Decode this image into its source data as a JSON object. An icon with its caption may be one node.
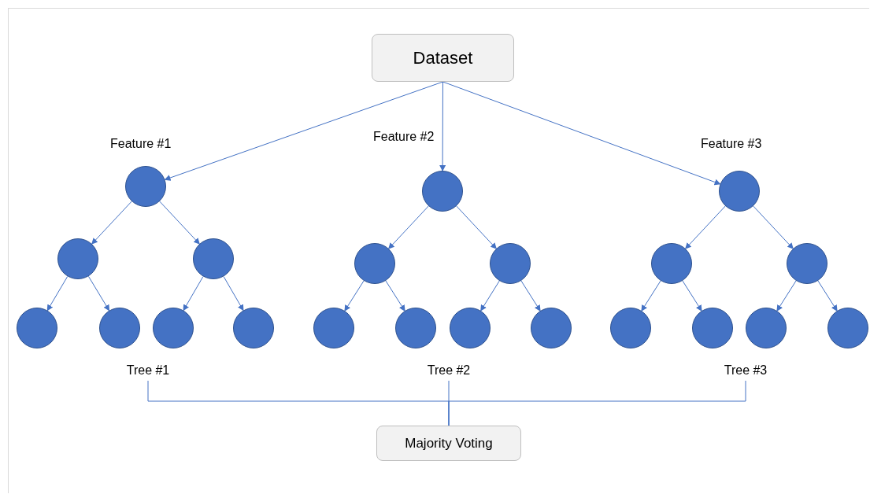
{
  "diagram": {
    "nodes": [
      {
        "text": [
          "Dataset"
        ]
      },
      {
        "text": [],
        "shape": "circle",
        "beside": [
          "Feature #1"
        ]
      },
      {
        "text": [],
        "shape": "circle"
      },
      {
        "text": [],
        "shape": "circle"
      },
      {
        "text": [],
        "shape": "circle"
      },
      {
        "text": [],
        "shape": "circle"
      },
      {
        "text": [],
        "shape": "circle"
      },
      {
        "text": [],
        "shape": "circle"
      },
      {
        "text": [],
        "shape": "circle",
        "beside": [
          "Feature #2"
        ]
      },
      {
        "text": [],
        "shape": "circle"
      },
      {
        "text": [],
        "shape": "circle"
      },
      {
        "text": [],
        "shape": "circle"
      },
      {
        "text": [],
        "shape": "circle"
      },
      {
        "text": [],
        "shape": "circle"
      },
      {
        "text": [],
        "shape": "circle"
      },
      {
        "text": [],
        "shape": "circle",
        "beside": [
          "Feature #3"
        ]
      },
      {
        "text": [],
        "shape": "circle"
      },
      {
        "text": [],
        "shape": "circle"
      },
      {
        "text": [],
        "shape": "circle"
      },
      {
        "text": [],
        "shape": "circle"
      },
      {
        "text": [],
        "shape": "circle"
      },
      {
        "text": [],
        "shape": "circle"
      },
      {
        "text": [
          "Tree #1"
        ]
      },
      {
        "text": [
          "Tree #2"
        ]
      },
      {
        "text": [
          "Tree #3"
        ]
      },
      {
        "text": [
          "Majority Voting"
        ]
      }
    ],
    "edges": [
      {
        "from": 0,
        "to": 1,
        "arrow": "to"
      },
      {
        "from": 0,
        "to": 8,
        "arrow": "to"
      },
      {
        "from": 0,
        "to": 15,
        "arrow": "to"
      },
      {
        "from": 1,
        "to": 2,
        "arrow": "to"
      },
      {
        "from": 1,
        "to": 3,
        "arrow": "to"
      },
      {
        "from": 2,
        "to": 4,
        "arrow": "to"
      },
      {
        "from": 2,
        "to": 5,
        "arrow": "to"
      },
      {
        "from": 3,
        "to": 6,
        "arrow": "to"
      },
      {
        "from": 3,
        "to": 7,
        "arrow": "to"
      },
      {
        "from": 8,
        "to": 9,
        "arrow": "to"
      },
      {
        "from": 8,
        "to": 10,
        "arrow": "to"
      },
      {
        "from": 9,
        "to": 11,
        "arrow": "to"
      },
      {
        "from": 9,
        "to": 12,
        "arrow": "to"
      },
      {
        "from": 10,
        "to": 13,
        "arrow": "to"
      },
      {
        "from": 10,
        "to": 14,
        "arrow": "to"
      },
      {
        "from": 15,
        "to": 16,
        "arrow": "to"
      },
      {
        "from": 15,
        "to": 17,
        "arrow": "to"
      },
      {
        "from": 16,
        "to": 18,
        "arrow": "to"
      },
      {
        "from": 16,
        "to": 19,
        "arrow": "to"
      },
      {
        "from": 17,
        "to": 20,
        "arrow": "to"
      },
      {
        "from": 17,
        "to": 21,
        "arrow": "to"
      },
      {
        "from": 22,
        "to": 25,
        "arrow": "none"
      },
      {
        "from": 23,
        "to": 25,
        "arrow": "none"
      },
      {
        "from": 24,
        "to": 25,
        "arrow": "none"
      }
    ]
  }
}
